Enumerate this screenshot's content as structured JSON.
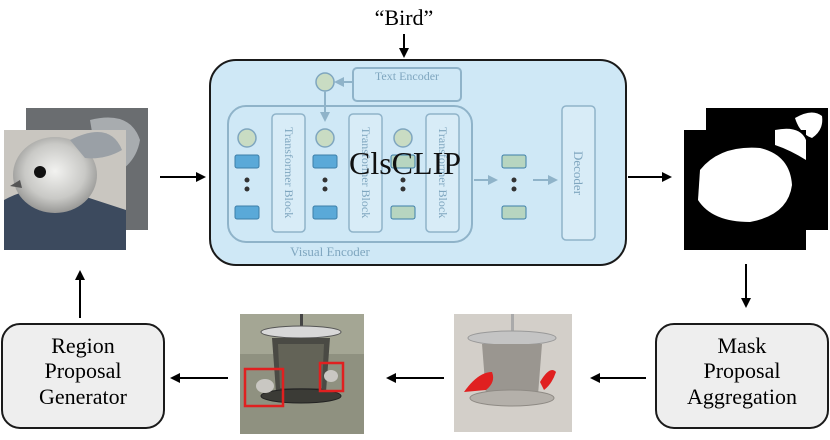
{
  "input_word": "“Bird”",
  "text_encoder_label": "Text Encoder",
  "main_model_label": "ClsCLIP",
  "transformer_block_label": "Transformer Block",
  "visual_encoder_label": "Visual Encoder",
  "decoder_label": "Decoder",
  "region_proposal_label": [
    "Region",
    "Proposal",
    "Generator"
  ],
  "mask_aggregation_label": [
    "Mask",
    "Proposal",
    "Aggregation"
  ],
  "colors": {
    "panel_fill": "#cfe8f6",
    "panel_stroke": "#1a1a1a",
    "inner_stroke": "#8fb3c9",
    "token_fill": "#5aa9d8",
    "token_stroke": "#3c7ea8",
    "node_fill": "#c9dcc3",
    "box_fill": "#eeeeee",
    "proposal_red": "#e02020"
  }
}
